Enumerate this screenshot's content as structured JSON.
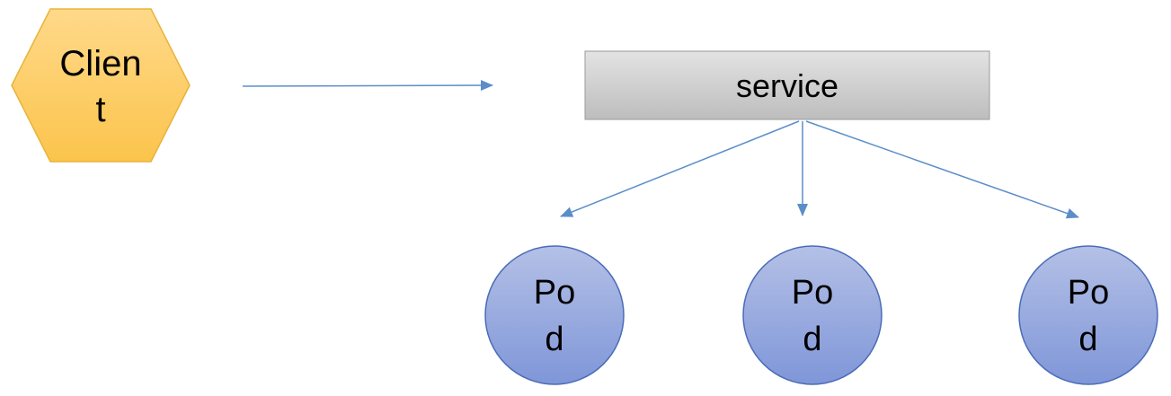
{
  "client": {
    "label_line1": "Clien",
    "label_line2": "t",
    "fill_top": "#ffd98a",
    "fill_bottom": "#fbc44c",
    "stroke": "#e8b33a"
  },
  "service": {
    "label": "service",
    "fill_top": "#e3e3e3",
    "fill_bottom": "#bdbdbd",
    "stroke": "#9a9a9a"
  },
  "pods": [
    {
      "label_line1": "Po",
      "label_line2": "d"
    },
    {
      "label_line1": "Po",
      "label_line2": "d"
    },
    {
      "label_line1": "Po",
      "label_line2": "d"
    }
  ],
  "pod_style": {
    "fill_top": "#b4c0e6",
    "fill_bottom": "#7f96d8",
    "stroke": "#4a6cb8"
  },
  "connector_color": "#5b8ec9"
}
